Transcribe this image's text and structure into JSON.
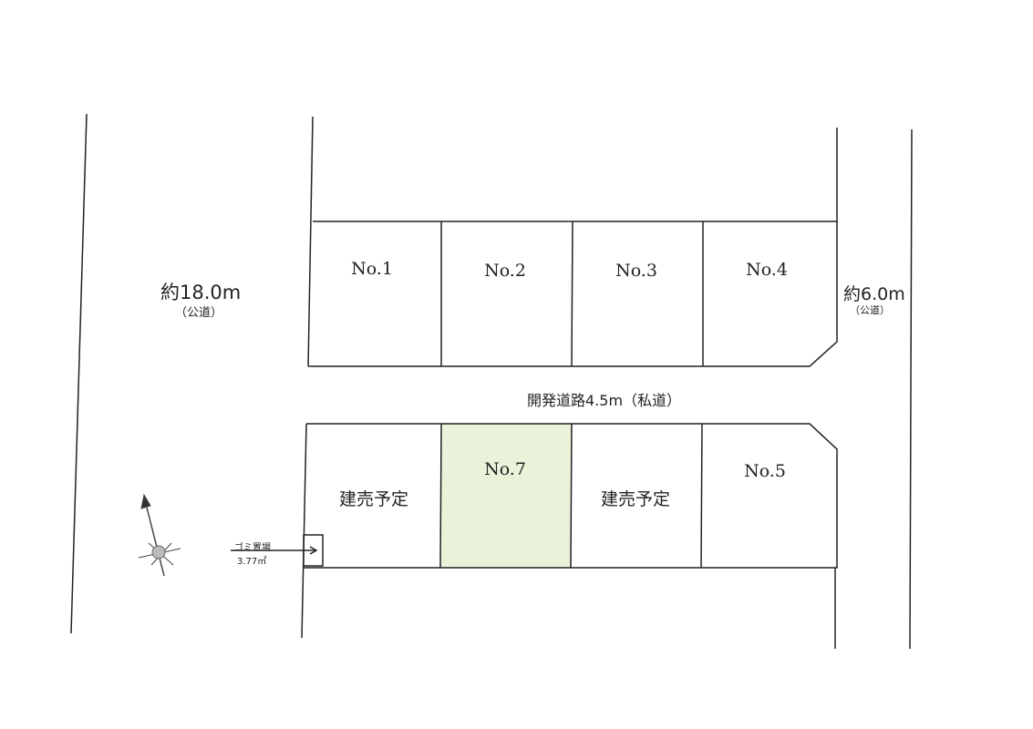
{
  "lots_top": [
    "No.1",
    "No.2",
    "No.3",
    "No.4"
  ],
  "lots_bottom": [
    "建売予定",
    "No.7",
    "建売予定",
    "No.5"
  ],
  "highlight_color": "#eaf2da",
  "roads": {
    "left_width": "約18.0m",
    "left_type": "（公道）",
    "right_width": "約6.0m",
    "right_type": "（公道）",
    "dev_road": "開発道路4.5m（私道）"
  },
  "garbage": {
    "label": "ゴミ置場",
    "area": "3.77㎡"
  }
}
